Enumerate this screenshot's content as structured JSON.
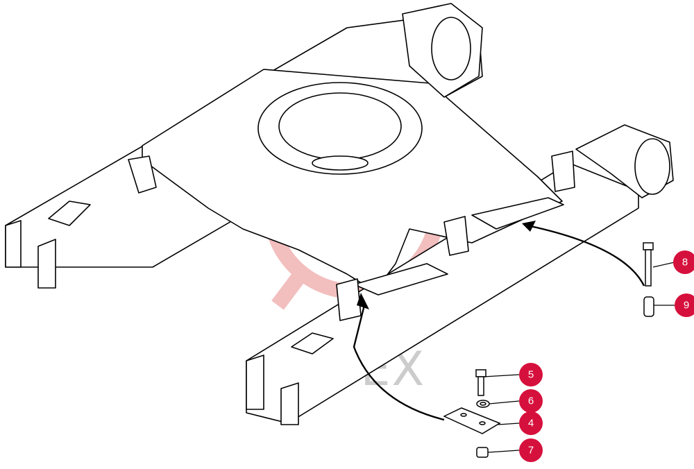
{
  "watermark": {
    "text": "ИНТЕХ",
    "color": "#d8d8d8",
    "logo_color": "#e88a8a"
  },
  "callout_color": "#d6103c",
  "callouts": [
    {
      "id": "8",
      "label": "8",
      "part": "long-bolt"
    },
    {
      "id": "9",
      "label": "9",
      "part": "spacer-sleeve"
    },
    {
      "id": "5",
      "label": "5",
      "part": "bolt"
    },
    {
      "id": "6",
      "label": "6",
      "part": "washer"
    },
    {
      "id": "4",
      "label": "4",
      "part": "plate"
    },
    {
      "id": "7",
      "label": "7",
      "part": "nut"
    }
  ]
}
